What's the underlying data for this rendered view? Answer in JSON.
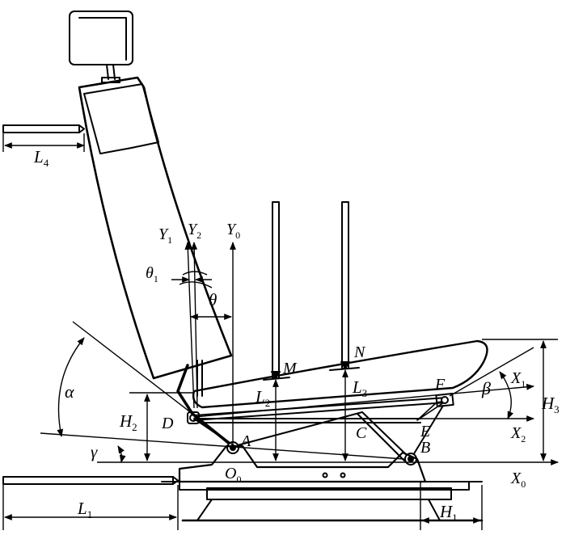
{
  "diagram": {
    "labels": {
      "L4": {
        "main": "L",
        "sub": "4"
      },
      "L1": {
        "main": "L",
        "sub": "1"
      },
      "L2": {
        "main": "L",
        "sub": "2"
      },
      "L3": {
        "main": "L",
        "sub": "3"
      },
      "H1": {
        "main": "H",
        "sub": "1"
      },
      "H2": {
        "main": "H",
        "sub": "2"
      },
      "H3": {
        "main": "H",
        "sub": "3"
      },
      "Y1": {
        "main": "Y",
        "sub": "1"
      },
      "Y2": {
        "main": "Y",
        "sub": "2"
      },
      "Y0": {
        "main": "Y",
        "sub": "0"
      },
      "X0": {
        "main": "X",
        "sub": "0"
      },
      "X1": {
        "main": "X",
        "sub": "1"
      },
      "X2": {
        "main": "X",
        "sub": "2"
      },
      "O0": {
        "main": "O",
        "sub": "0"
      },
      "theta1": {
        "main": "θ",
        "sub": "1"
      },
      "theta": {
        "main": "θ"
      },
      "alpha": {
        "main": "α"
      },
      "beta": {
        "main": "β"
      },
      "gamma": {
        "main": "γ"
      },
      "A": {
        "main": "A"
      },
      "B": {
        "main": "B"
      },
      "C": {
        "main": "C"
      },
      "D": {
        "main": "D"
      },
      "E": {
        "main": "E"
      },
      "F": {
        "main": "F"
      },
      "M": {
        "main": "M"
      },
      "N": {
        "main": "N"
      }
    }
  }
}
